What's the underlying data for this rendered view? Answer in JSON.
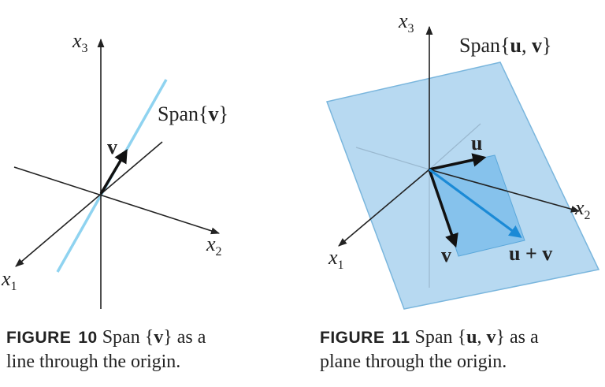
{
  "figure10": {
    "axes": {
      "x1": "x",
      "x1_sub": "1",
      "x2": "x",
      "x2_sub": "2",
      "x3": "x",
      "x3_sub": "3"
    },
    "vector_label": "v",
    "span_label": {
      "prefix": "Span",
      "open": "{",
      "vector": "v",
      "close": "}"
    },
    "caption": {
      "fig_word": "FIGURE",
      "fig_num": "10",
      "line1_text": "Span",
      "line1_open": "{",
      "line1_vec": "v",
      "line1_close": "}",
      "line1_tail": "as a",
      "line2": "line through the origin."
    },
    "colors": {
      "span_line": "#8fd3f0",
      "axis": "#222222"
    }
  },
  "figure11": {
    "axes": {
      "x1": "x",
      "x1_sub": "1",
      "x2": "x",
      "x2_sub": "2",
      "x3": "x",
      "x3_sub": "3"
    },
    "vector_u": "u",
    "vector_v": "v",
    "sum_label": "u + v",
    "span_label": {
      "prefix": "Span",
      "open": "{",
      "u": "u",
      "comma": ", ",
      "v": "v",
      "close": "}"
    },
    "caption": {
      "fig_word": "FIGURE",
      "fig_num": "11",
      "line1_text": "Span",
      "line1_open": "{",
      "line1_u": "u",
      "line1_comma": ", ",
      "line1_v": "v",
      "line1_close": "}",
      "line1_tail": "as a",
      "line2": "plane through the origin."
    },
    "colors": {
      "plane": "#b7d9f1",
      "plane_edge": "#7ab6dd",
      "parallelogram": "#86c2ec",
      "sum_vector": "#1b8ad6",
      "axis": "#222222"
    }
  }
}
